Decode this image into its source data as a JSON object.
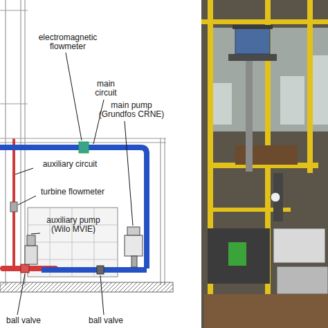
{
  "diagram": {
    "labels": [
      "electromagnetic flowmeter",
      "main circuit",
      "main pump (Grundfos CRNE)",
      "auxiliary circuit",
      "turbine flowmeter",
      "auxiliary pump (Wilo MVIE)",
      "ball valve",
      "ball valve"
    ]
  }
}
